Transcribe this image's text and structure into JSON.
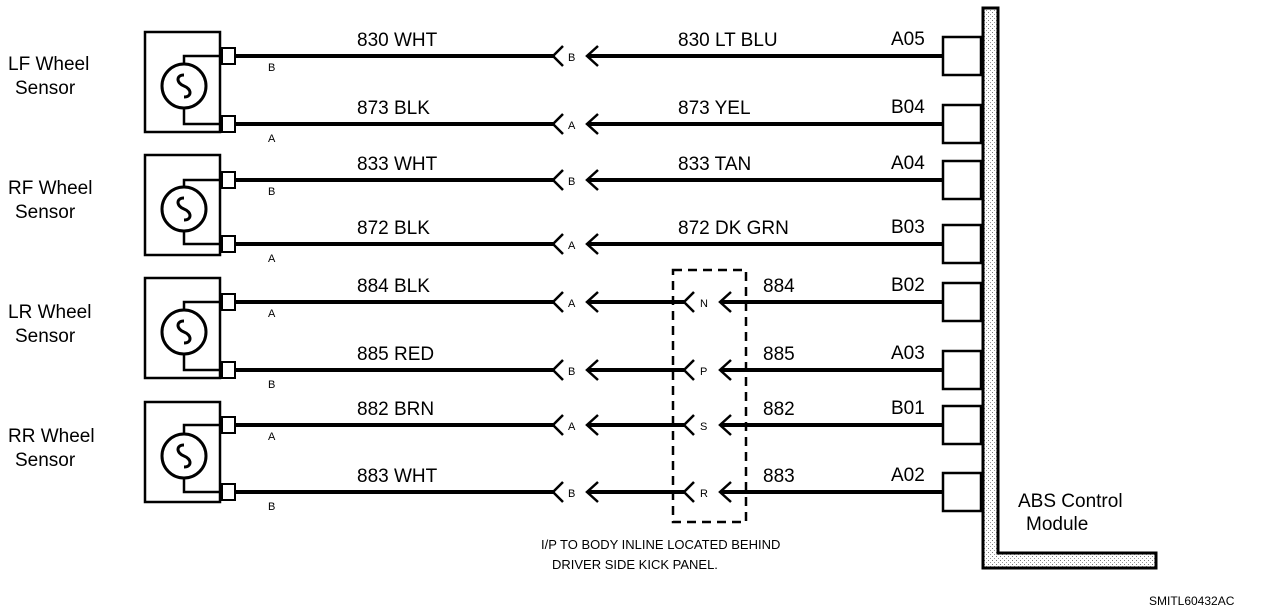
{
  "sensors": [
    {
      "name_line1": "LF Wheel",
      "name_line2": "Sensor",
      "wires": [
        {
          "sensor_pin": "B",
          "left_circuit": "830 WHT",
          "connector_pin": "B",
          "kick_pin": "",
          "right_circuit": "830 LT BLU",
          "module_pin": "A05"
        },
        {
          "sensor_pin": "A",
          "left_circuit": "873 BLK",
          "connector_pin": "A",
          "kick_pin": "",
          "right_circuit": "873  YEL",
          "module_pin": "B04"
        }
      ]
    },
    {
      "name_line1": "RF Wheel",
      "name_line2": "Sensor",
      "wires": [
        {
          "sensor_pin": "B",
          "left_circuit": "833 WHT",
          "connector_pin": "B",
          "kick_pin": "",
          "right_circuit": "833 TAN",
          "module_pin": "A04"
        },
        {
          "sensor_pin": "A",
          "left_circuit": "872 BLK",
          "connector_pin": "A",
          "kick_pin": "",
          "right_circuit": "872 DK GRN",
          "module_pin": "B03"
        }
      ]
    },
    {
      "name_line1": "LR Wheel",
      "name_line2": "Sensor",
      "wires": [
        {
          "sensor_pin": "A",
          "left_circuit": "884 BLK",
          "connector_pin": "A",
          "kick_pin": "N",
          "right_circuit": "884",
          "module_pin": "B02"
        },
        {
          "sensor_pin": "B",
          "left_circuit": "885 RED",
          "connector_pin": "B",
          "kick_pin": "P",
          "right_circuit": "885",
          "module_pin": "A03"
        }
      ]
    },
    {
      "name_line1": "RR Wheel",
      "name_line2": "Sensor",
      "wires": [
        {
          "sensor_pin": "A",
          "left_circuit": "882 BRN",
          "connector_pin": "A",
          "kick_pin": "S",
          "right_circuit": "882",
          "module_pin": "B01"
        },
        {
          "sensor_pin": "B",
          "left_circuit": "883 WHT",
          "connector_pin": "B",
          "kick_pin": "R",
          "right_circuit": "883",
          "module_pin": "A02"
        }
      ]
    }
  ],
  "inline_note_line1": "I/P TO BODY INLINE LOCATED BEHIND",
  "inline_note_line2": "DRIVER SIDE KICK PANEL.",
  "module_label_line1": "ABS Control",
  "module_label_line2": "Module",
  "figure_code": "SMITL60432AC"
}
